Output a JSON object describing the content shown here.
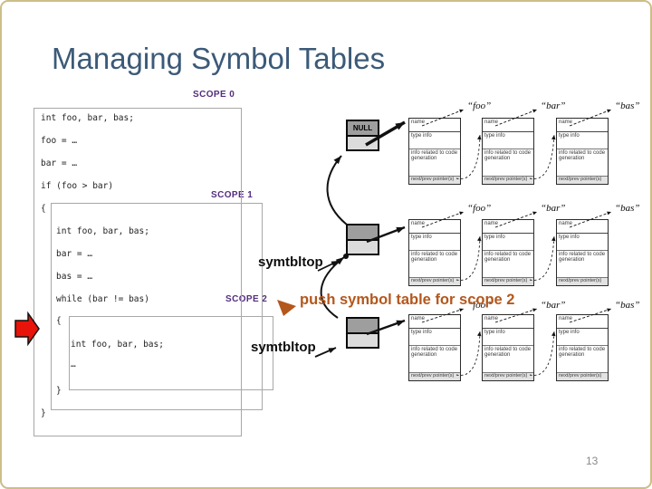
{
  "slide": {
    "title": "Managing Symbol Tables",
    "page_number": "13"
  },
  "scope_labels": [
    "SCOPE 0",
    "SCOPE 1",
    "SCOPE 2"
  ],
  "code": {
    "scope0": [
      "int foo, bar, bas;",
      "foo = …",
      "bar = …",
      "if (foo > bar)",
      "{"
    ],
    "scope1": [
      "int foo, bar, bas;",
      "bar = …",
      "bas = …",
      "while (bar != bas)",
      "{"
    ],
    "scope2": [
      "int foo, bar, bas;",
      "…"
    ],
    "close_scope2_brace": "}",
    "close_scope1_brace": "}"
  },
  "stack": {
    "null_label": "NULL",
    "top_pointer_label": "symtbltop"
  },
  "records": {
    "fields": [
      "name",
      "type info",
      "info related to code generation",
      "next/prev pointer(s)"
    ],
    "labels": [
      "“foo”",
      "“bar”",
      "“bas”"
    ]
  },
  "annotations": {
    "push_label": "push symbol table for scope 2"
  },
  "colors": {
    "title": "#3c5a78",
    "scope_label": "#532e7d",
    "push_text": "#b4571c",
    "red_arrow": "#e81309",
    "slide_border": "#cdbd87"
  }
}
